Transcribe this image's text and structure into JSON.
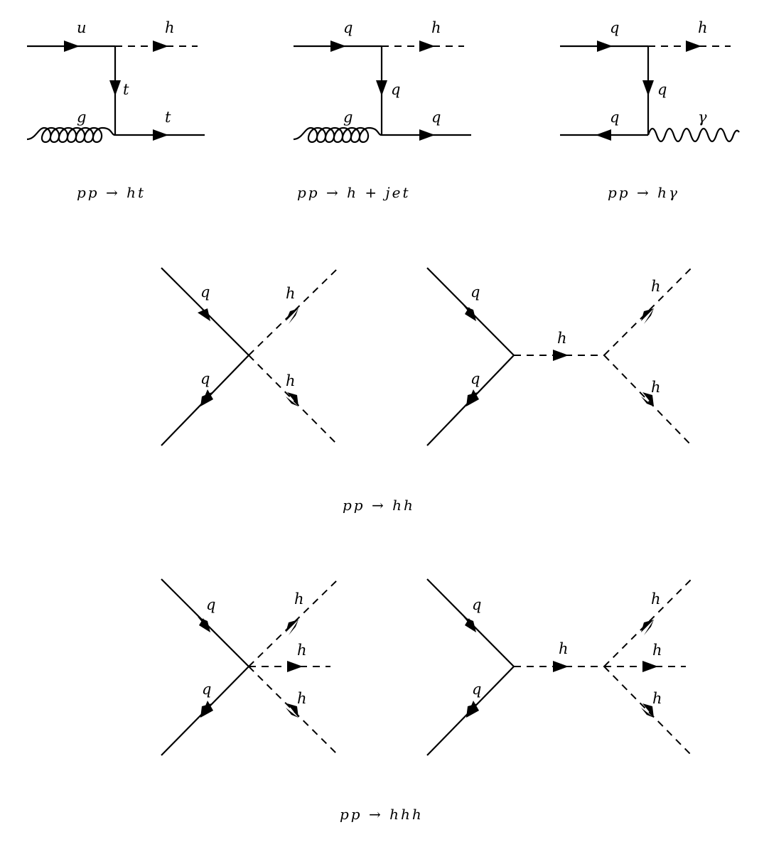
{
  "labels": {
    "top_t": "t",
    "u": "u",
    "h": "h",
    "g": "g",
    "q": "q",
    "gamma": "γ"
  },
  "captions": {
    "ht": "pp → ht",
    "hjet": "pp → h + jet",
    "hgamma": "pp → hγ",
    "hh": "pp → hh",
    "hhh": "pp → hhh"
  }
}
